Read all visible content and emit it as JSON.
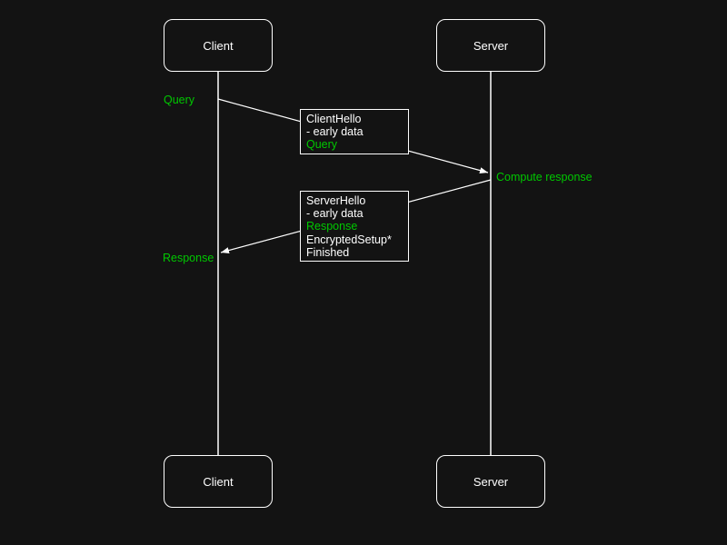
{
  "diagram": {
    "type": "sequence-diagram",
    "colors": {
      "background": "#131313",
      "line": "#ffffff",
      "accent_green": "#00c800"
    },
    "actors": {
      "client": "Client",
      "server": "Server"
    },
    "annotations": {
      "query": "Query",
      "compute": "Compute response",
      "response": "Response"
    },
    "messages": {
      "request": {
        "lines": [
          {
            "text": "ClientHello",
            "color": "white"
          },
          {
            "text": "- early data",
            "color": "white"
          },
          {
            "text": "Query",
            "color": "green"
          }
        ]
      },
      "response": {
        "lines": [
          {
            "text": "ServerHello",
            "color": "white"
          },
          {
            "text": "- early data",
            "color": "white"
          },
          {
            "text": "Response",
            "color": "green"
          },
          {
            "text": "EncryptedSetup*",
            "color": "white"
          },
          {
            "text": "Finished",
            "color": "white"
          }
        ]
      }
    }
  }
}
